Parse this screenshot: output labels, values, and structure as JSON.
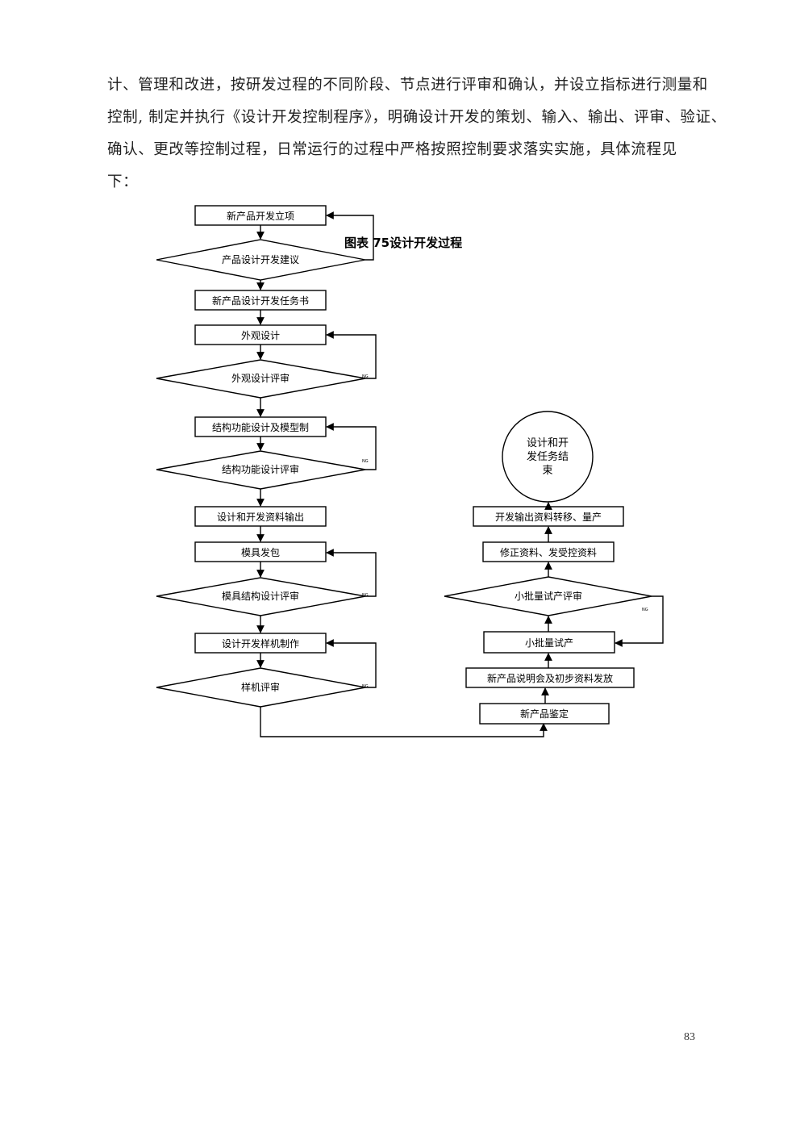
{
  "paragraph": {
    "lines": [
      "计、管理和改进，按研发过程的不同阶段、节点进行评审和确认，并设立指标进行测量和",
      "控制, 制定并执行《设计开发控制程序》，明确设计开发的策划、输入、输出、评审、验证、",
      "确认、更改等控制过程，日常运行的过程中严格按照控制要求落实实施，具体流程见",
      "下："
    ]
  },
  "figure": {
    "caption": "图表  75设计开发过程",
    "left_column": {
      "new_product_project": "新产品开发立项",
      "design_proposal": "产品设计开发建议",
      "design_task_book": "新产品设计开发任务书",
      "appearance_design": "外观设计",
      "appearance_review": "外观设计评审",
      "structure_design": "结构功能设计及模型制",
      "structure_review": "结构功能设计评审",
      "output_documents": "设计和开发资料输出",
      "mold_outsourcing": "模具发包",
      "mold_review": "模具结构设计评审",
      "sample_making": "设计开发样机制作",
      "sample_review": "样机评审"
    },
    "right_column": {
      "end_line1": "设计和开",
      "end_line2": "发任务结",
      "end_line3": "束",
      "transfer_mass_production": "开发输出资料转移、量产",
      "correct_documents": "修正资料、发受控资料",
      "trial_review": "小批量试产评审",
      "small_batch_trial": "小批量试产",
      "briefing_release": "新产品说明会及初步资料发放",
      "product_appraisal": "新产品鉴定"
    },
    "loop_label": "NG"
  },
  "page_number": "83"
}
